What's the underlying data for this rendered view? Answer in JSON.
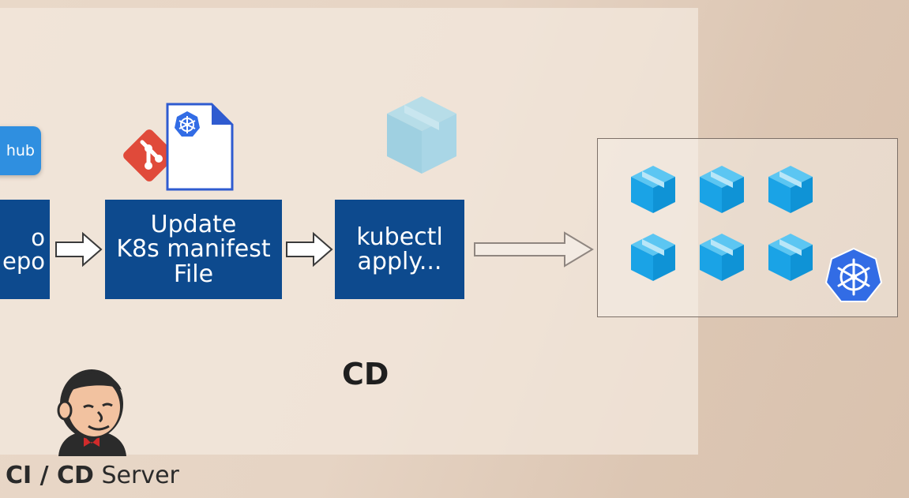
{
  "hub_badge_text": "hub",
  "steps": {
    "repo": {
      "line1": "o",
      "line2": "epo"
    },
    "update": {
      "line1": "Update",
      "line2": "K8s manifest",
      "line3": "File"
    },
    "kubectl": {
      "line1": "kubectl",
      "line2": "apply..."
    }
  },
  "stage_label": "CD",
  "server_label": {
    "bold": "CI / CD",
    "rest": " Server"
  },
  "icons": {
    "git": "git-icon",
    "manifest": "manifest-file-icon",
    "k8s_wheel": "kubernetes-wheel-icon",
    "image_box": "container-image-icon",
    "pod": "pod-cube-icon",
    "jenkins": "jenkins-icon"
  },
  "colors": {
    "step_box": "#0d4a8e",
    "pod_cube": "#1aa3e6",
    "faded_cube": "#9fd3e6",
    "git": "#e04a3a",
    "k8s": "#326ce5",
    "hub": "#2f8fe0"
  }
}
